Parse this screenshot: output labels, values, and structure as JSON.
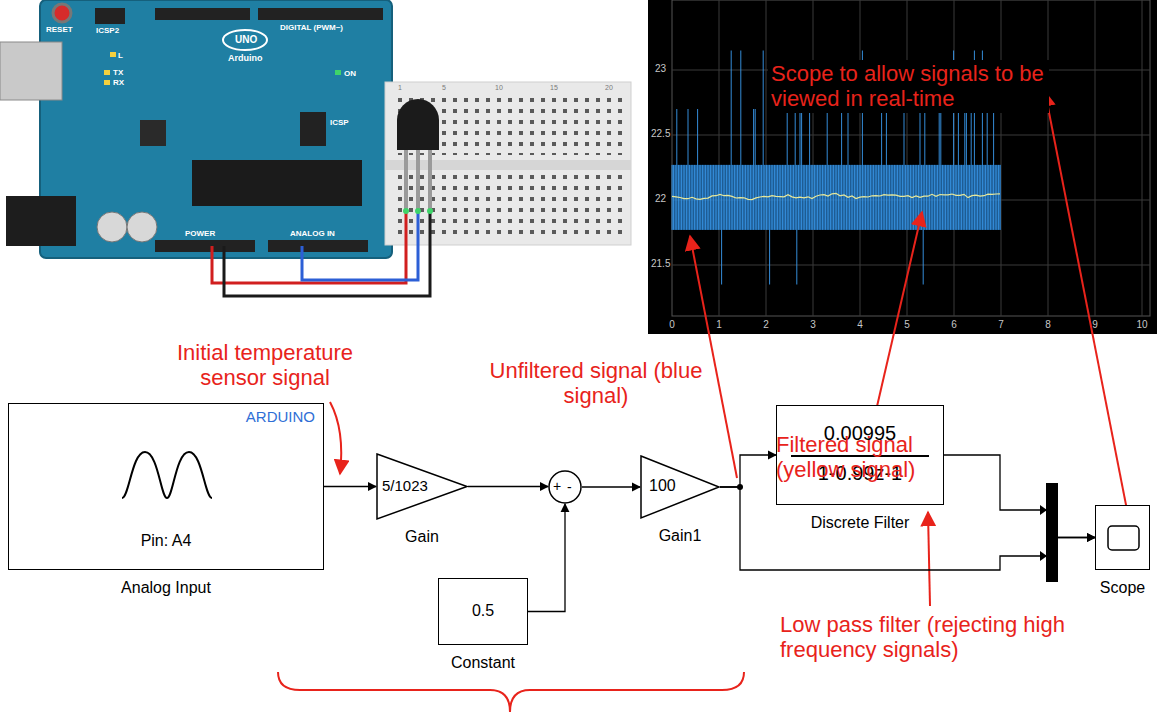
{
  "diagram": {
    "nodes": [
      {
        "text": [
          "ARDUINO",
          "Pin: A4",
          "Analog Input"
        ]
      },
      {
        "text": [
          "5/1023",
          "Gain"
        ]
      },
      {
        "text": [
          "+",
          "-"
        ]
      },
      {
        "text": [
          "0.5",
          "Constant"
        ]
      },
      {
        "text": [
          "100",
          "Gain1"
        ]
      },
      {
        "text": [
          "0.00995",
          "1-0.99z-1",
          "Discrete Filter"
        ]
      },
      {
        "text": [
          "Scope"
        ]
      }
    ],
    "edges": [
      {
        "from": 0,
        "to": 1,
        "arrow": "to"
      },
      {
        "from": 1,
        "to": 2,
        "arrow": "to"
      },
      {
        "from": 3,
        "to": 2,
        "arrow": "to"
      },
      {
        "from": 2,
        "to": 4,
        "arrow": "to"
      },
      {
        "from": 4,
        "to": 5,
        "arrow": "to"
      },
      {
        "from": 4,
        "to": 6,
        "arrow": "to"
      },
      {
        "from": 5,
        "to": 6,
        "arrow": "to"
      }
    ],
    "labels": [
      "Initial temperature sensor signal",
      "Unfiltered signal (blue signal)",
      "Filtered signal (yellow signal)",
      "Low pass filter (rejecting high frequency signals)",
      "Scope to allow signals to be viewed in real-time",
      "23",
      "22.5",
      "22",
      "21.5",
      "0",
      "1",
      "2",
      "3",
      "4",
      "5",
      "6",
      "7",
      "8",
      "9",
      "10",
      "RESET",
      "ICSP2",
      "L",
      "TX",
      "RX",
      "UNO",
      "Arduino",
      "DIGITAL (PWM~)",
      "ON",
      "ICSP",
      "POWER",
      "ANALOG IN",
      "1",
      "5",
      "10",
      "15",
      "20"
    ]
  }
}
